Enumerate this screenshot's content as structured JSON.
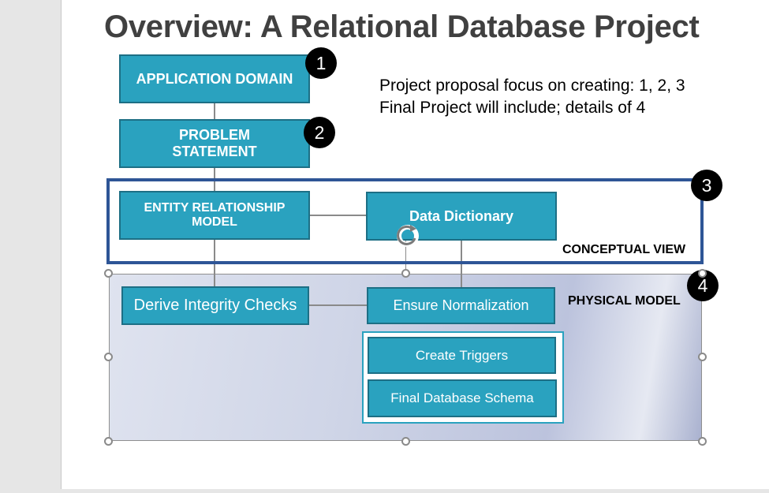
{
  "title": "Overview: A Relational Database Project",
  "notes": {
    "line1": "Project proposal focus on creating: 1, 2, 3",
    "line2": "Final Project will include; details of 4"
  },
  "boxes": {
    "application_domain": "APPLICATION DOMAIN",
    "problem_statement_l1": "PROBLEM",
    "problem_statement_l2": "STATEMENT",
    "er_model_l1": "ENTITY RELATIONSHIP",
    "er_model_l2": "MODEL",
    "data_dictionary": "Data  Dictionary",
    "derive_integrity_checks": "Derive Integrity Checks",
    "ensure_normalization": "Ensure Normalization",
    "create_triggers": "Create Triggers",
    "final_database_schema": "Final Database Schema"
  },
  "badges": {
    "one": "1",
    "two": "2",
    "three": "3",
    "four": "4"
  },
  "regions": {
    "conceptual_view": "CONCEPTUAL VIEW",
    "physical_model": "PHYSICAL MODEL"
  },
  "colors": {
    "box_fill": "#2aa2bf",
    "box_border": "#1d6f85",
    "conceptual_frame": "#2e5596",
    "title": "#404040"
  }
}
